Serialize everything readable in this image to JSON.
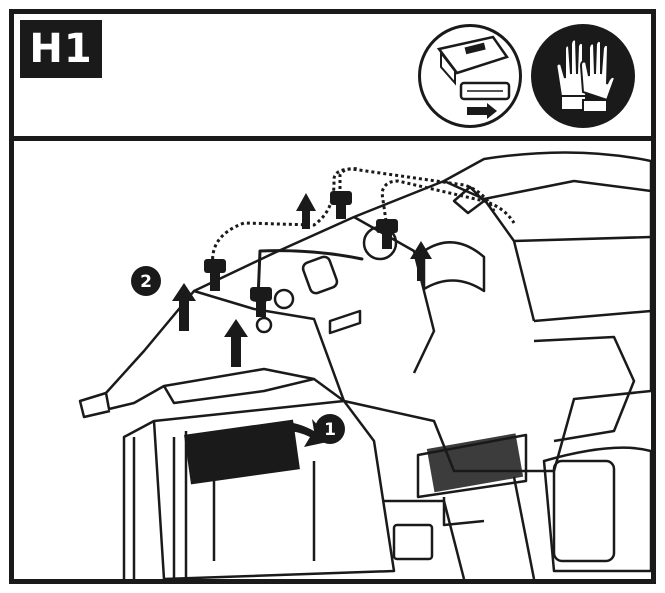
{
  "header": {
    "step_label": "H1",
    "icons": [
      "battery-removal-icon",
      "gloves-icon"
    ]
  },
  "callouts": [
    {
      "number": "1"
    },
    {
      "number": "2"
    }
  ]
}
